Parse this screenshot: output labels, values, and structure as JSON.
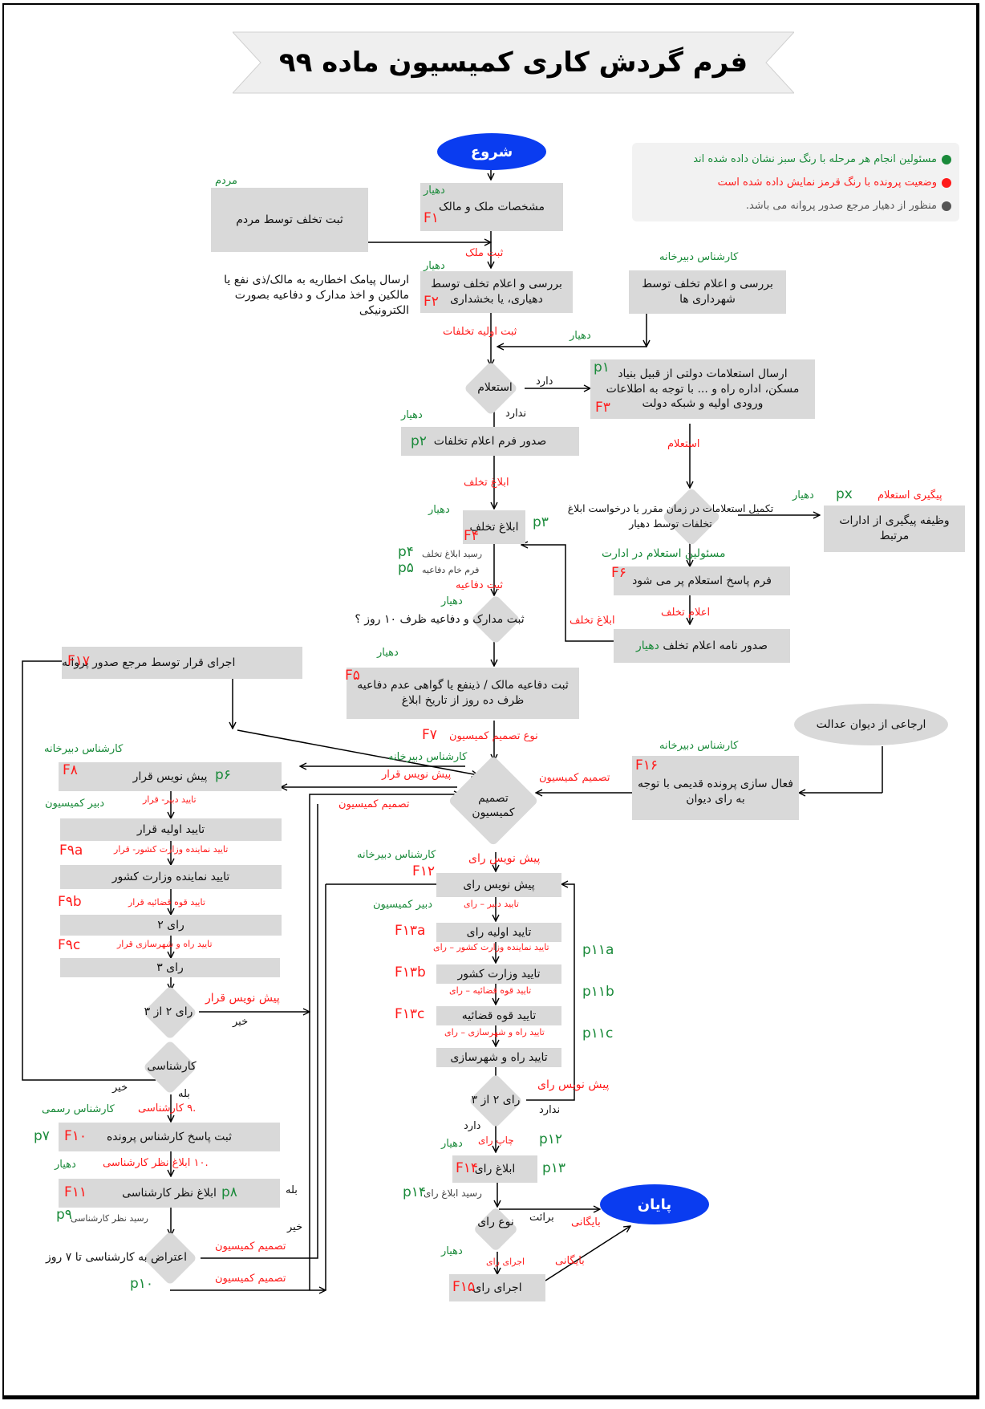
{
  "title": "فرم گردش کاری کمیسیون ماده ۹۹",
  "legend": [
    {
      "text": "مسئولین انجام هر مرحله با رنگ سبز نشان داده شده اند",
      "color": "#1a8a3a"
    },
    {
      "text": "وضعیت پرونده با  رنگ قرمز نمایش داده شده است",
      "color": "#ff1a1a"
    },
    {
      "text": "منظور از دهیار مرجع صدور پروانه می باشد.",
      "color": "#555555"
    }
  ],
  "colors": {
    "responsible": "#1a8a3a",
    "status": "#ff1a1a",
    "terminal": "#0a3cf0",
    "node": "#d9d9d9"
  },
  "terminals": {
    "start": "شروع",
    "end": "پایان"
  },
  "nodes": {
    "people_report": "ثبت تخلف توسط مردم",
    "property_info": "مشخصات ملک و مالک",
    "review_dehyari": "بررسی و اعلام تخلف توسط دهیاری،  یا بخشداری",
    "sms_note": "ارسال پیامک اخطاریه به مالک/ذی نفع یا مالکین و اخذ مدارک و دفاعیه بصورت الکترونیکی",
    "review_municipality": "بررسی و اعلام تخلف توسط شهرداری ها",
    "inquiry_decision": "استعلام",
    "gov_inquiries": "ارسال استعلامات دولتی از قبیل بنیاد مسکن، اداره راه و ... با توجه به اطلاعات ورودی اولیه و شبکه دولت",
    "issue_violation_form": "صدور فرم اعلام تخلفات",
    "inquiry_complete_decision": "تکمیل استعلامات در زمان مقرر یا درخواست ابلاغ تخلفات توسط دهیار",
    "followup_duty": "وظیفه پیگیری از ادارات مرتبط",
    "notify_violation": "ابلاغ تخلف",
    "inquiry_response_form": "فرم پاسخ استعلام پر می شود",
    "defense_decision": "ثبت مدارک و دفاعیه ظرف ۱۰ روز ؟",
    "violation_letter": "صدور نامه اعلام تخلف",
    "violation_letter_actor": "دهیار",
    "register_defense": "ثبت دفاعیه مالک / ذینفع یا گواهی عدم دفاعیه ظرف ده روز از تاریخ ابلاغ",
    "execute_resolution": "اجرای قرار توسط مرجع صدور پروانه",
    "court_referral": "ارجاعی از دیوان عدالت",
    "reactivate_case": "فعال سازی پرونده قدیمی با توجه به رای دیوان",
    "commission_decision": "تصمیم کمیسیون",
    "draft_resolution": "پیش نویس قرار",
    "initial_approval_resolution": "تایید اولیه قرار",
    "interior_rep_approval": "تایید نماینده وزارت کشور",
    "vote_2": "رای ۲",
    "vote_3": "رای ۳",
    "two_of_three_left": "رای ۲ از ۳",
    "expert_decision": "کارشناسی",
    "expert_response": "ثبت پاسخ کارشناس پرونده",
    "notify_expert_opinion": "ابلاغ نظر کارشناسی",
    "objection_decision": "اعتراض به کارشناسی تا ۷ روز",
    "draft_verdict": "پیش نویس رای",
    "initial_verdict_approval": "تایید اولیه رای",
    "interior_ministry_approval": "تایید وزارت کشور",
    "judiciary_approval": "تایید قوه قضائیه",
    "roads_urban_approval": "تایید راه و شهرسازی",
    "two_of_three_right": "رای ۲ از ۳",
    "notify_verdict": "ابلاغ رای",
    "verdict_type": "نوع رای",
    "execute_verdict": "اجرای رای"
  },
  "actors": {
    "people": "مردم",
    "dehyar_1": "دهیار",
    "dehyar_2": "دهیار",
    "secretariat_expert_1": "کارشناس دبیرخانه",
    "dehyar_3": "دهیار",
    "dehyar_4": "دهیار",
    "dehyar_5": "دهیار",
    "dehyar_6": "دهیار",
    "inquiry_officials": "مسئولین استعلام در ادارت",
    "dehyar_7": "دهیار",
    "dehyar_8": "دهیار",
    "secretariat_expert_2": "کارشناس دبیرخانه",
    "secretariat_expert_3": "کارشناس دبیرخانه",
    "secretariat_expert_4": "کارشناس دبیرخانه",
    "commission_secretary_1": "دبیر کمیسیون",
    "secretariat_expert_5": "کارشناس دبیرخانه",
    "commission_secretary_2": "دبیر کمیسیون",
    "official_expert": "کارشناس رسمی",
    "dehyar_9": "دهیار",
    "dehyar_10": "دهیار",
    "dehyar_11": "دهیار"
  },
  "statuses": {
    "register_property": "ثبت ملک",
    "initial_violations": "ثبت اولیه تخلفات",
    "inquiry": "استعلام",
    "inquiry_followup": "پیگیری استعلام",
    "notify_violation_1": "ابلاغ تخلف",
    "register_defense": "ثبت دفاعیه",
    "announce_violation": "اعلام تخلف",
    "notify_violation_2": "ابلاغ تخلف",
    "commission_decision_type": "نوع تصمیم کمیسیون",
    "draft_resolution_1": "پیش نویس قرار",
    "commission_decision_1": "تصمیم کمیسیون",
    "commission_decision_2": "تصمیم کمیسیون",
    "secretary_approval_resolution": "تایید دبیر- قرار",
    "interior_rep_resolution": "تایید نماینده وزارت کشور- قرار",
    "judiciary_resolution": "تایید قوه قضائیه قرار",
    "roads_resolution": "تایید راه و شهرسازی قرار",
    "draft_resolution_2": "پیش نویس قرار",
    "expert_9": ".۹ کارشناسی",
    "notify_expert_10": ".۱۰ ابلاغ نظر کارشناسی",
    "commission_decision_3": "تصمیم کمیسیون",
    "commission_decision_4": "تصمیم کمیسیون",
    "draft_verdict": "پیش نویس رای",
    "secretary_approval_verdict": "تایید دبیر – رای",
    "interior_rep_verdict": "تایید نماینده وزارت کشور – رای",
    "judiciary_verdict": "تایید قوه قضائیه – رای",
    "roads_verdict": "تایید راه و شهرسازی – رای",
    "draft_verdict_2": "پیش نویس رای",
    "print_verdict": "چاپ رای",
    "execute_verdict": "اجرای رای",
    "archive_1": "بایگانی",
    "archive_2": "بایگانی"
  },
  "edge_labels": {
    "has": "دارد",
    "has_not": "ندارد",
    "no_1": "خیر",
    "no_2": "خیر",
    "yes_1": "بله",
    "yes_2": "بله",
    "no_3": "خیر",
    "has_not_2": "ندارد",
    "has_2": "دارد",
    "acquittal": "برائت"
  },
  "receipts": {
    "p4": "رسید ابلاغ تخلف",
    "p5": "فرم خام دفاعیه",
    "p9": "رسید نظر کارشناسی",
    "p14": "رسید ابلاغ رای"
  },
  "codes": {
    "F1": "F۱",
    "F2": "F۲",
    "F3": "F۳",
    "F4": "F۴",
    "F5": "F۵",
    "F6": "F۶",
    "F7": "F۷",
    "F8": "F۸",
    "F9a": "F۹a",
    "F9b": "F۹b",
    "F9c": "F۹c",
    "F10": "F۱۰",
    "F11": "F۱۱",
    "F12": "F۱۲",
    "F13a": "F۱۳a",
    "F13b": "F۱۳b",
    "F13c": "F۱۳c",
    "F14": "F۱۴",
    "F15": "F۱۵",
    "F16": "F۱۶",
    "F17": "F۱۷",
    "p1": "p۱",
    "p2": "p۲",
    "p3": "p۳",
    "p4": "p۴",
    "p5": "p۵",
    "p6": "p۶",
    "p7": "p۷",
    "p8": "p۸",
    "p9": "p۹",
    "p10": "p۱۰",
    "p11a": "p۱۱a",
    "p11b": "p۱۱b",
    "p11c": "p۱۱c",
    "p12": "p۱۲",
    "p13": "p۱۳",
    "p14": "p۱۴",
    "px": "px"
  }
}
